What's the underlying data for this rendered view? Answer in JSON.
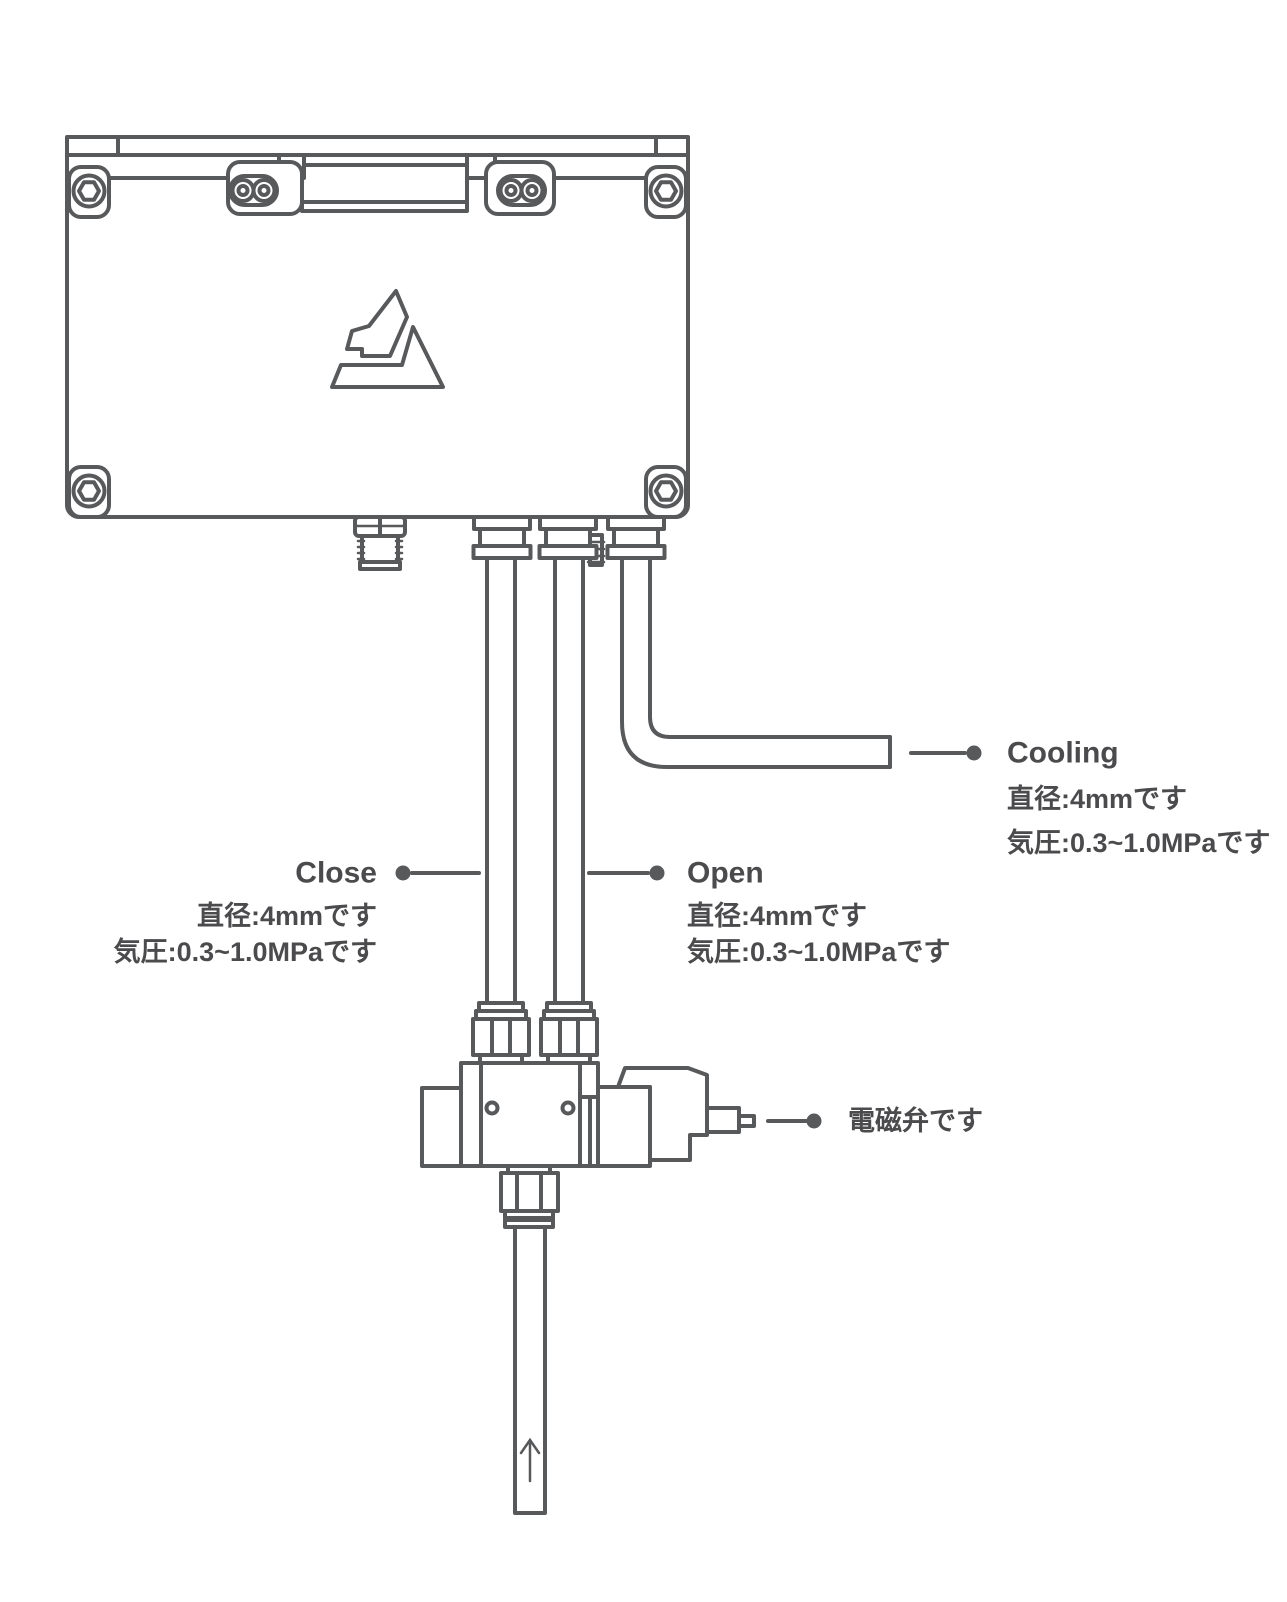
{
  "page": {
    "background": "#ffffff",
    "colors": {
      "line": "#58595b",
      "text": "#4b4b4d"
    }
  },
  "device": {
    "logo_icon": "brand-triangle-logo",
    "flow_arrow_icon": "upward-arrow"
  },
  "annotations": {
    "close": {
      "title": "Close",
      "diameter": "直径:4mmです",
      "pressure": "気圧:0.3~1.0MPaです"
    },
    "open": {
      "title": "Open",
      "diameter": "直径:4mmです",
      "pressure": "気圧:0.3~1.0MPaです"
    },
    "cooling": {
      "title": "Cooling",
      "diameter": "直径:4mmです",
      "pressure": "気圧:0.3~1.0MPaです"
    },
    "solenoid_valve": {
      "title": "電磁弁です"
    }
  }
}
